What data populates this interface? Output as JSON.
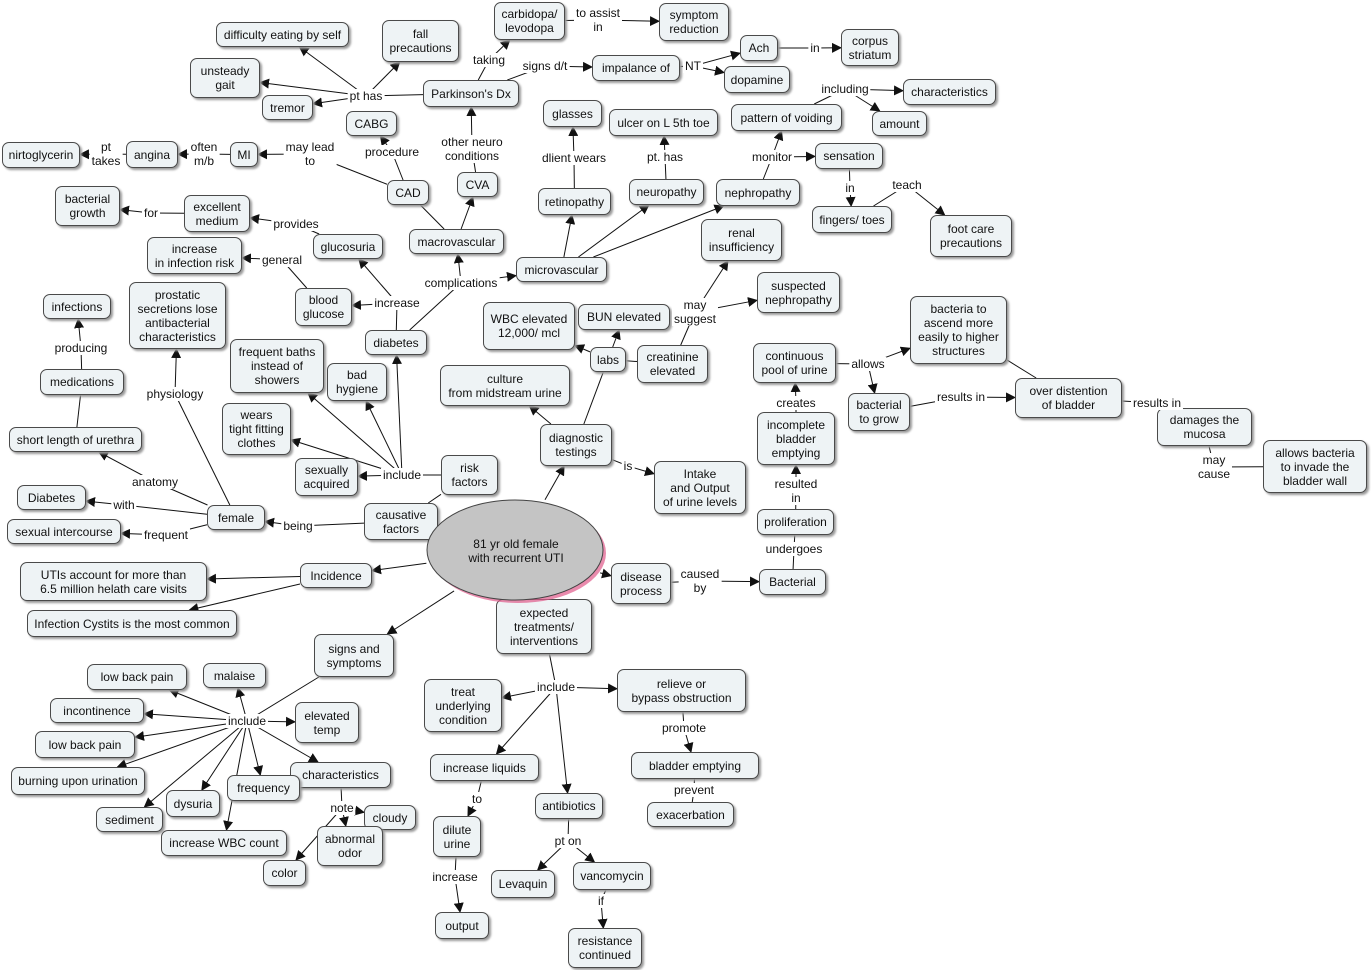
{
  "center": {
    "label": "81 yr old female\nwith recurrent UTI"
  },
  "nodes": [
    {
      "id": "difficulty",
      "text": "difficulty eating by self"
    },
    {
      "id": "fall",
      "text": "fall\nprecautions"
    },
    {
      "id": "carbidopa",
      "text": "carbidopa/\nlevodopa"
    },
    {
      "id": "symptom_red",
      "text": "symptom\nreduction"
    },
    {
      "id": "corpus",
      "text": "corpus\nstriatum"
    },
    {
      "id": "ach",
      "text": "Ach"
    },
    {
      "id": "unsteady",
      "text": "unsteady\ngait"
    },
    {
      "id": "parkinsons",
      "text": "Parkinson's Dx"
    },
    {
      "id": "impalance",
      "text": "impalance of"
    },
    {
      "id": "dopamine",
      "text": "dopamine"
    },
    {
      "id": "tremor",
      "text": "tremor"
    },
    {
      "id": "characteristics_top",
      "text": "characteristics"
    },
    {
      "id": "cabg",
      "text": "CABG"
    },
    {
      "id": "glasses",
      "text": "glasses"
    },
    {
      "id": "ulcer",
      "text": "ulcer on L 5th toe"
    },
    {
      "id": "voiding",
      "text": "pattern of voiding"
    },
    {
      "id": "amount",
      "text": "amount"
    },
    {
      "id": "nitro",
      "text": "nirtoglycerin"
    },
    {
      "id": "angina",
      "text": "angina"
    },
    {
      "id": "mi",
      "text": "MI"
    },
    {
      "id": "sensation",
      "text": "sensation"
    },
    {
      "id": "cad",
      "text": "CAD"
    },
    {
      "id": "cva",
      "text": "CVA"
    },
    {
      "id": "neuropathy",
      "text": "neuropathy"
    },
    {
      "id": "nephropathy",
      "text": "nephropathy"
    },
    {
      "id": "bact_growth",
      "text": "bacterial\ngrowth"
    },
    {
      "id": "excellent",
      "text": "excellent\nmedium"
    },
    {
      "id": "retinopathy",
      "text": "retinopathy"
    },
    {
      "id": "fingers",
      "text": "fingers/ toes"
    },
    {
      "id": "footcare",
      "text": "foot care\nprecautions"
    },
    {
      "id": "infection_risk",
      "text": "increase\nin infection risk"
    },
    {
      "id": "glucosuria",
      "text": "glucosuria"
    },
    {
      "id": "macro",
      "text": "macrovascular"
    },
    {
      "id": "renal",
      "text": "renal\ninsufficiency"
    },
    {
      "id": "micro",
      "text": "microvascular"
    },
    {
      "id": "suspected",
      "text": "suspected\nnephropathy"
    },
    {
      "id": "infections",
      "text": "infections"
    },
    {
      "id": "prostatic",
      "text": "prostatic\nsecretions lose\nantibacterial\ncharacteristics"
    },
    {
      "id": "blood_glucose",
      "text": "blood\nglucose"
    },
    {
      "id": "wbc",
      "text": "WBC elevated\n12,000/ mcl"
    },
    {
      "id": "bun",
      "text": "BUN elevated"
    },
    {
      "id": "bacteria_ascend",
      "text": "bacteria to\nascend more\neasily to higher\nstructures"
    },
    {
      "id": "diabetes",
      "text": "diabetes"
    },
    {
      "id": "freq_baths",
      "text": "frequent baths\ninstead of\nshowers"
    },
    {
      "id": "labs",
      "text": "labs"
    },
    {
      "id": "creatinine",
      "text": "creatinine\nelevated"
    },
    {
      "id": "continuous",
      "text": "continuous\npool of urine"
    },
    {
      "id": "medications",
      "text": "medications"
    },
    {
      "id": "bad_hygiene",
      "text": "bad\nhygiene"
    },
    {
      "id": "culture",
      "text": "culture\nfrom midstream urine"
    },
    {
      "id": "over_distention",
      "text": "over distention\nof bladder"
    },
    {
      "id": "bact_grow",
      "text": "bacterial\nto grow"
    },
    {
      "id": "wears",
      "text": "wears\ntight fitting\nclothes"
    },
    {
      "id": "damages",
      "text": "damages the\nmucosa"
    },
    {
      "id": "short_urethra",
      "text": "short length of urethra"
    },
    {
      "id": "incomplete",
      "text": "incomplete\nbladder\nemptying"
    },
    {
      "id": "diagnostic",
      "text": "diagnostic\ntestings"
    },
    {
      "id": "allows_bacteria",
      "text": "allows bacteria\nto invade the\nbladder wall"
    },
    {
      "id": "sexually",
      "text": "sexually\nacquired"
    },
    {
      "id": "risk",
      "text": "risk\nfactors"
    },
    {
      "id": "diabetes2",
      "text": "Diabetes"
    },
    {
      "id": "intake",
      "text": "Intake\nand Output\nof urine levels"
    },
    {
      "id": "female",
      "text": "female"
    },
    {
      "id": "causative",
      "text": "causative\nfactors"
    },
    {
      "id": "sexual",
      "text": "sexual intercourse"
    },
    {
      "id": "proliferation",
      "text": "proliferation"
    },
    {
      "id": "utis",
      "text": "UTIs account for more than\n6.5 million helath care visits"
    },
    {
      "id": "incidence",
      "text": "Incidence"
    },
    {
      "id": "disease",
      "text": "disease\nprocess"
    },
    {
      "id": "bacterial_node",
      "text": "Bacterial"
    },
    {
      "id": "cystitis",
      "text": "Infection Cystits is the most common"
    },
    {
      "id": "expected",
      "text": "expected\ntreatments/\ninterventions"
    },
    {
      "id": "signs",
      "text": "signs and\nsymptoms"
    },
    {
      "id": "lbp1",
      "text": "low back pain"
    },
    {
      "id": "malaise",
      "text": "malaise"
    },
    {
      "id": "relieve",
      "text": "relieve or\nbypass obstruction"
    },
    {
      "id": "incontinence",
      "text": "incontinence"
    },
    {
      "id": "elevated_temp",
      "text": "elevated\ntemp"
    },
    {
      "id": "treat",
      "text": "treat\nunderlying\ncondition"
    },
    {
      "id": "lbp2",
      "text": "low back pain"
    },
    {
      "id": "increase_liquids",
      "text": "increase liquids"
    },
    {
      "id": "bladder_emptying",
      "text": "bladder emptying"
    },
    {
      "id": "characteristics_bot",
      "text": "characteristics"
    },
    {
      "id": "burning",
      "text": "burning upon urination"
    },
    {
      "id": "frequency",
      "text": "frequency"
    },
    {
      "id": "dysuria",
      "text": "dysuria"
    },
    {
      "id": "cloudy",
      "text": "cloudy"
    },
    {
      "id": "antibiotics",
      "text": "antibiotics"
    },
    {
      "id": "exacerbation",
      "text": "exacerbation"
    },
    {
      "id": "sediment",
      "text": "sediment"
    },
    {
      "id": "dilute",
      "text": "dilute\nurine"
    },
    {
      "id": "abnormal_odor",
      "text": "abnormal\nodor"
    },
    {
      "id": "wbc_count",
      "text": "increase WBC count"
    },
    {
      "id": "color",
      "text": "color"
    },
    {
      "id": "vancomycin",
      "text": "vancomycin"
    },
    {
      "id": "levaquin",
      "text": "Levaquin"
    },
    {
      "id": "output",
      "text": "output"
    },
    {
      "id": "resistance",
      "text": "resistance\ncontinued"
    }
  ],
  "links": [
    {
      "text": "taking"
    },
    {
      "text": "to assist\nin"
    },
    {
      "text": "signs d/t"
    },
    {
      "text": "NT"
    },
    {
      "text": "in"
    },
    {
      "text": "pt has"
    },
    {
      "text": "including"
    },
    {
      "text": "procedure"
    },
    {
      "text": "other neuro\nconditions"
    },
    {
      "text": "pt\ntakes"
    },
    {
      "text": "often\nm/b"
    },
    {
      "text": "may lead\nto"
    },
    {
      "text": "dlient wears"
    },
    {
      "text": "pt. has"
    },
    {
      "text": "monitor"
    },
    {
      "text": "in"
    },
    {
      "text": "teach"
    },
    {
      "text": "provides"
    },
    {
      "text": "for"
    },
    {
      "text": "general"
    },
    {
      "text": "complications"
    },
    {
      "text": "increase"
    },
    {
      "text": "producing"
    },
    {
      "text": "physiology"
    },
    {
      "text": "may\nsuggest"
    },
    {
      "text": "allows"
    },
    {
      "text": "creates"
    },
    {
      "text": "results in"
    },
    {
      "text": "results in"
    },
    {
      "text": "include"
    },
    {
      "text": "anatomy"
    },
    {
      "text": "may\ncause"
    },
    {
      "text": "with"
    },
    {
      "text": "is"
    },
    {
      "text": "resulted\nin"
    },
    {
      "text": "being"
    },
    {
      "text": "frequent"
    },
    {
      "text": "undergoes"
    },
    {
      "text": "caused\nby"
    },
    {
      "text": "include"
    },
    {
      "text": "include"
    },
    {
      "text": "promote"
    },
    {
      "text": "note"
    },
    {
      "text": "prevent"
    },
    {
      "text": "to"
    },
    {
      "text": "pt on"
    },
    {
      "text": "increase"
    },
    {
      "text": "if"
    }
  ]
}
